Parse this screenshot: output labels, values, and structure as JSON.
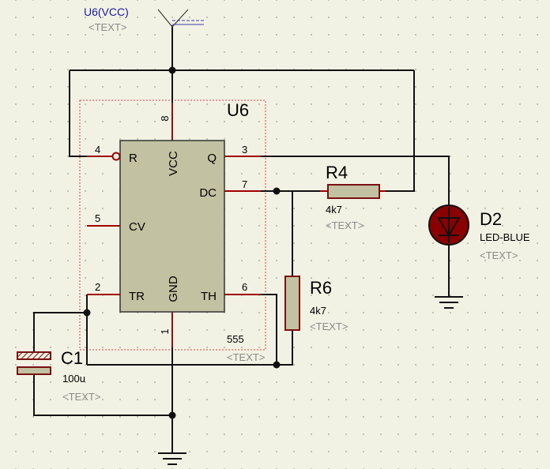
{
  "power": {
    "net_label": "U6(VCC)",
    "text_placeholder": "<TEXT>"
  },
  "u6": {
    "ref": "U6",
    "value": "555",
    "text_placeholder": "<TEXT>",
    "pins": {
      "r": {
        "name": "R",
        "number": "4"
      },
      "cv": {
        "name": "CV",
        "number": "5"
      },
      "tr": {
        "name": "TR",
        "number": "2"
      },
      "vcc": {
        "name": "VCC",
        "number": "8"
      },
      "gnd": {
        "name": "GND",
        "number": "1"
      },
      "q": {
        "name": "Q",
        "number": "3"
      },
      "dc": {
        "name": "DC",
        "number": "7"
      },
      "th": {
        "name": "TH",
        "number": "6"
      }
    }
  },
  "r4": {
    "ref": "R4",
    "value": "4k7",
    "text_placeholder": "<TEXT>"
  },
  "r6": {
    "ref": "R6",
    "value": "4k7",
    "text_placeholder": "<TEXT>"
  },
  "d2": {
    "ref": "D2",
    "value": "LED-BLUE",
    "text_placeholder": "<TEXT>"
  },
  "c1": {
    "ref": "C1",
    "value": "100u",
    "text_placeholder": "<TEXT>"
  },
  "colors": {
    "background": "#f2f2e4",
    "grid_dot": "#b8b8a8",
    "wire": "#111111",
    "pin": "#a00000",
    "ic_body": "#c2c2a2",
    "component_outline": "#7a1010",
    "led_body": "#8a0000",
    "net_label": "#1a1aa0",
    "placeholder_text": "#8a8a8a"
  }
}
